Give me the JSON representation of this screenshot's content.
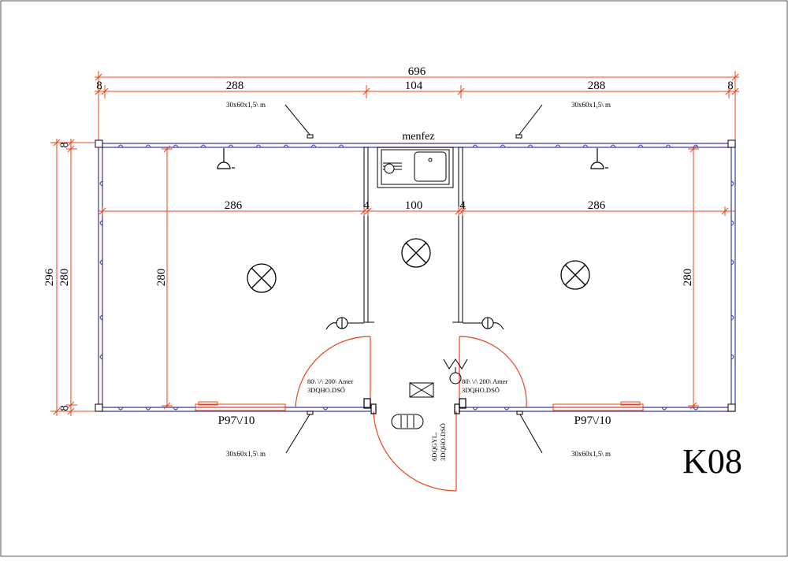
{
  "plan": {
    "code": "K08",
    "vent_label": "menfez",
    "colors": {
      "wall": "#3a3a9a",
      "dimension": "#e8431c",
      "ink": "#000000"
    },
    "dimensions": {
      "overall_width": "696",
      "edge_left": "8",
      "edge_right": "8",
      "left_room_outer": "288",
      "middle_outer": "104",
      "right_room_outer": "288",
      "left_room_inner": "286",
      "partition_left": "4",
      "middle_inner": "100",
      "partition_right": "4",
      "right_room_inner": "286",
      "overall_height": "296",
      "inner_height": "280",
      "height_top_edge": "8",
      "height_bottom_edge": "8",
      "left_room_height": "280",
      "right_room_height": "280"
    },
    "callouts": {
      "top_left": "30x60x1,5\\ m",
      "top_right": "30x60x1,5\\ m",
      "bottom_left": "30x60x1,5\\ m",
      "bottom_right": "30x60x1,5\\ m"
    },
    "windows": {
      "left": "P97\\/10",
      "right": "P97\\/10"
    },
    "doors": {
      "left_line1": "80\\ \\/\\ 200\\ Amer",
      "left_line2": "3DQHO.DSÖ",
      "right_line1": "80\\ \\/\\ 200\\ Amer",
      "right_line2": "3DQHO.DSÖ",
      "entry_line1": "6DQGYLₒ",
      "entry_line2": "3DQHO.DSÖ"
    },
    "icons": [
      "shower-icon",
      "sink-icon",
      "ceiling-light-icon",
      "toilet-icon",
      "lamp-icon",
      "heater-icon",
      "radiator-icon"
    ]
  }
}
